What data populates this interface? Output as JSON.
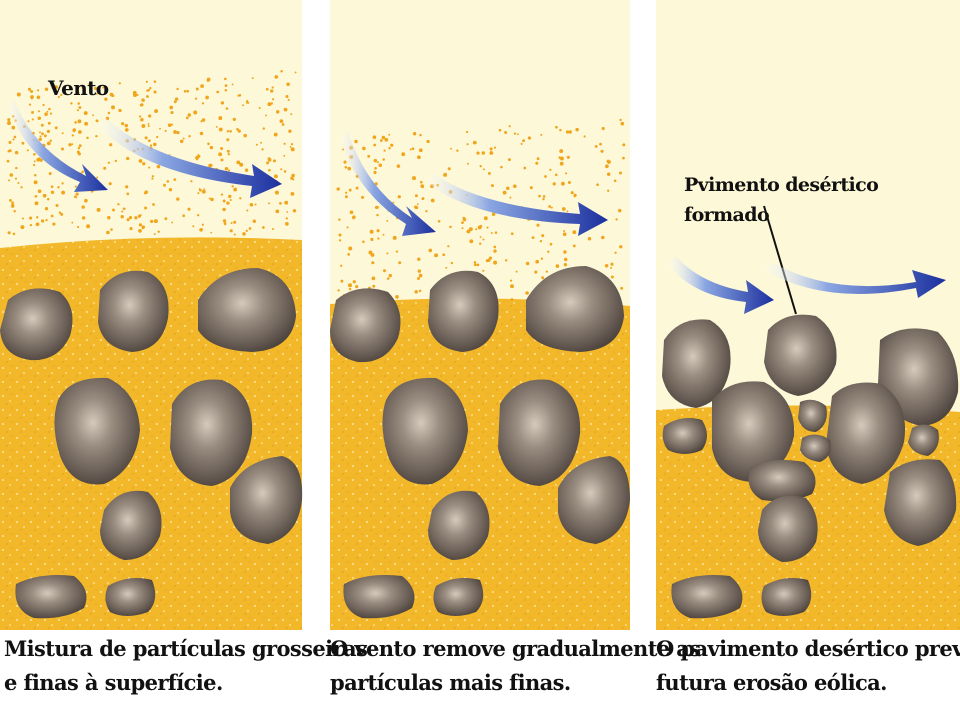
{
  "panels": [
    {
      "id": "panel-1",
      "wind_label": "Vento",
      "caption_lines": [
        "Mistura de partículas grosseiras",
        "e finas à superfície."
      ]
    },
    {
      "id": "panel-2",
      "caption_lines": [
        "O vento remove gradualmente as",
        "partículas mais finas."
      ]
    },
    {
      "id": "panel-3",
      "annotation_lines": [
        "Pvimento desértico",
        "formado"
      ],
      "caption_lines": [
        "O pavimento desértico previne",
        "futura erosão eólica."
      ]
    }
  ],
  "colors": {
    "sky": "#fdf8d8",
    "sand": "#f3b82a",
    "sand_dark": "#e3a01c",
    "rock": "#7d7168",
    "rock_light": "#c4b7aa",
    "rock_dark": "#4f4640",
    "arrow": "#1b2f9e",
    "dust": "#f1a51c"
  }
}
